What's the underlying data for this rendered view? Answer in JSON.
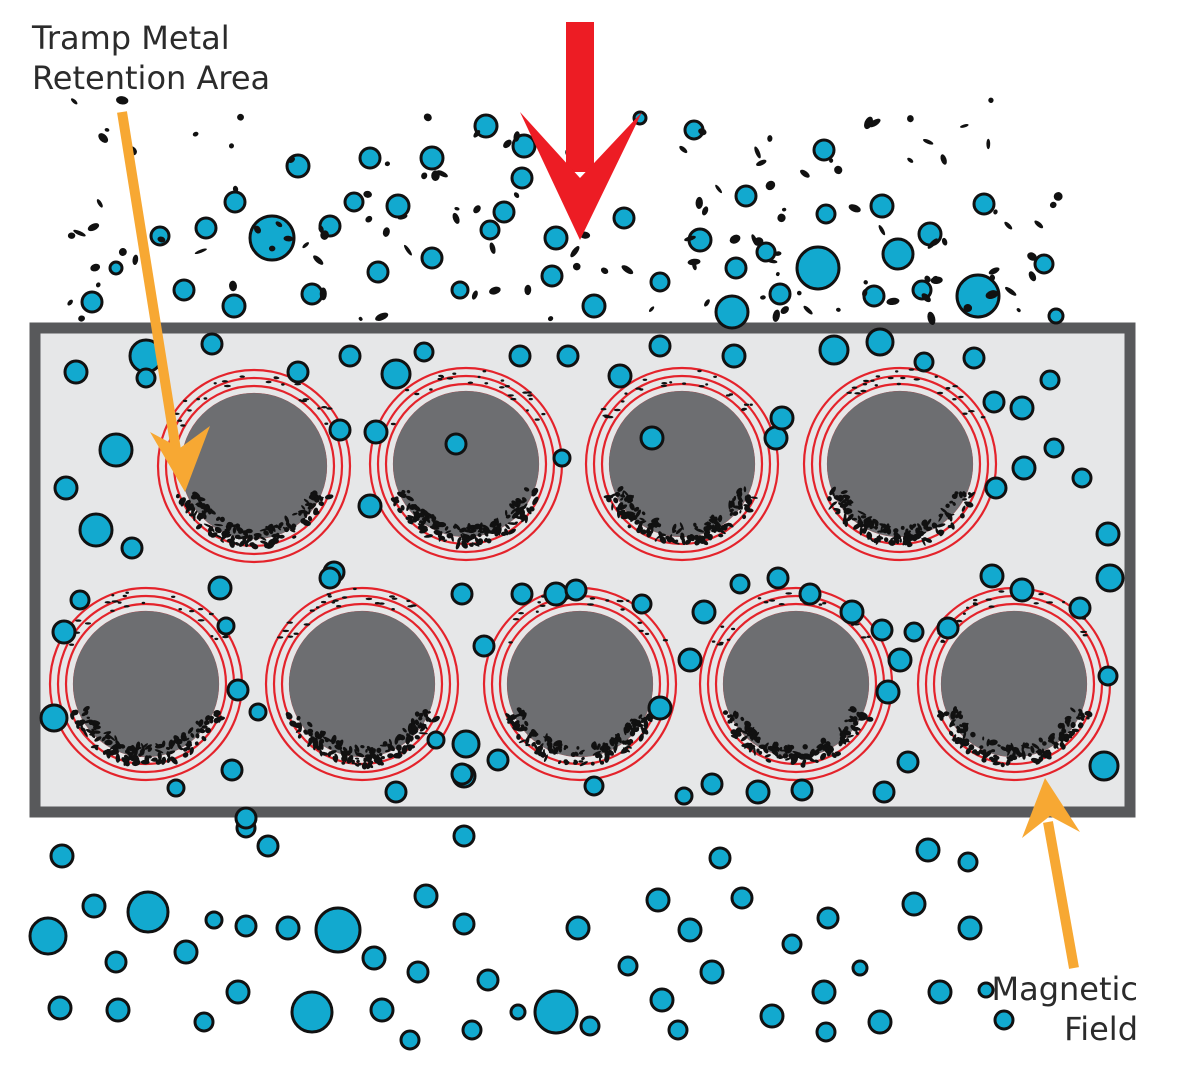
{
  "labels": {
    "tramp_line1": "Tramp Metal",
    "tramp_line2": "Retention Area",
    "field_line1": "Magnetic",
    "field_line2": "Field"
  },
  "colors": {
    "particle_fill": "#12a9cf",
    "particle_stroke": "#111111",
    "tube_fill": "#6d6e71",
    "field_ring": "#e4232b",
    "housing_stroke": "#58595b",
    "housing_fill": "#e6e7e8",
    "flow_arrow": "#ed1c24",
    "callout_arrow": "#f7a833",
    "tramp_metal": "#111111"
  },
  "icons": {
    "flow_direction": "flow-arrow-down-icon",
    "callout_pointer": "callout-arrow-icon"
  }
}
